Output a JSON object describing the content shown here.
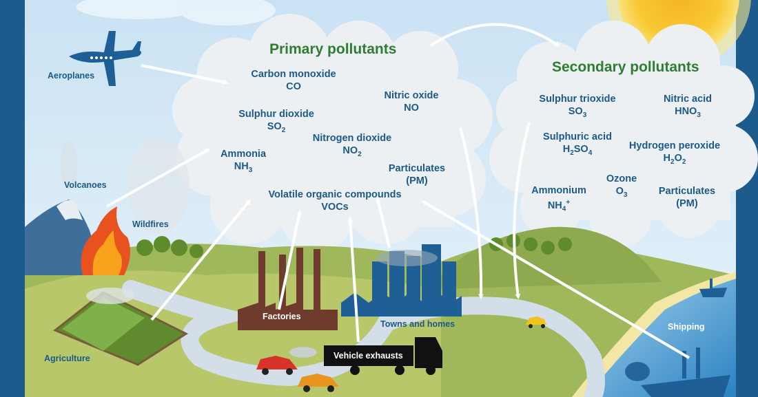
{
  "titles": {
    "primary": "Primary pollutants",
    "secondary": "Secondary pollutants"
  },
  "primary": [
    {
      "name": "Carbon monoxide",
      "formula": [
        [
          "CO",
          ""
        ]
      ]
    },
    {
      "name": "Nitric oxide",
      "formula": [
        [
          "NO",
          ""
        ]
      ]
    },
    {
      "name": "Sulphur dioxide",
      "formula": [
        [
          "SO",
          ""
        ],
        [
          "2",
          "sub"
        ]
      ]
    },
    {
      "name": "Nitrogen dioxide",
      "formula": [
        [
          "NO",
          ""
        ],
        [
          "2",
          "sub"
        ]
      ]
    },
    {
      "name": "Ammonia",
      "formula": [
        [
          "NH",
          ""
        ],
        [
          "3",
          "sub"
        ]
      ]
    },
    {
      "name": "Particulates",
      "formula": [
        [
          "(PM)",
          ""
        ]
      ]
    },
    {
      "name": "Volatile organic compounds",
      "formula": [
        [
          "VOCs",
          ""
        ]
      ]
    }
  ],
  "secondary": [
    {
      "name": "Sulphur trioxide",
      "formula": [
        [
          "SO",
          ""
        ],
        [
          "3",
          "sub"
        ]
      ]
    },
    {
      "name": "Nitric acid",
      "formula": [
        [
          "HNO",
          ""
        ],
        [
          "3",
          "sub"
        ]
      ]
    },
    {
      "name": "Sulphuric acid",
      "formula": [
        [
          "H",
          ""
        ],
        [
          "2",
          "sub"
        ],
        [
          "SO",
          ""
        ],
        [
          "4",
          "sub"
        ]
      ]
    },
    {
      "name": "Hydrogen peroxide",
      "formula": [
        [
          "H",
          ""
        ],
        [
          "2",
          "sub"
        ],
        [
          "O",
          ""
        ],
        [
          "2",
          "sub"
        ]
      ]
    },
    {
      "name": "Ozone",
      "formula": [
        [
          "O",
          ""
        ],
        [
          "3",
          "sub"
        ]
      ]
    },
    {
      "name": "Ammonium",
      "formula": [
        [
          "NH",
          ""
        ],
        [
          "4",
          "sub"
        ],
        [
          "+",
          "sup"
        ]
      ]
    },
    {
      "name": "Particulates",
      "formula": [
        [
          "(PM)",
          ""
        ]
      ]
    }
  ],
  "sources": {
    "aeroplanes": "Aeroplanes",
    "volcanoes": "Volcanoes",
    "wildfires": "Wildfires",
    "agriculture": "Agriculture",
    "factories": "Factories",
    "towns": "Towns and homes",
    "vehicles": "Vehicle exhausts",
    "shipping": "Shipping"
  },
  "colors": {
    "label_blue": "#1b5a86",
    "title_green": "#2e7d32",
    "border_blue": "#1d5b8c",
    "sky": "#d8ebf6",
    "cloud": "#eef1f4",
    "land": "#b7c76a",
    "road": "#d7e1ea",
    "sea": "#3d95cf",
    "building": "#1e5f96",
    "factory": "#6e3b2c"
  }
}
